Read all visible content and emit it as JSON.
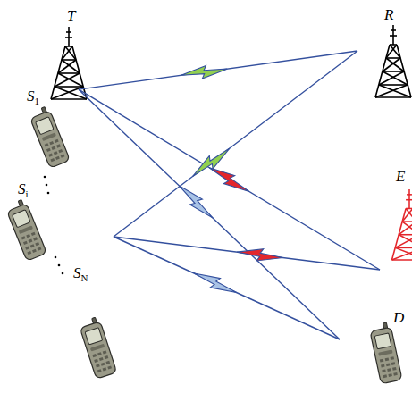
{
  "diagram": {
    "nodes": [
      {
        "text": [
          "T"
        ]
      },
      {
        "text": [
          "R"
        ]
      },
      {
        "text": [
          "S1"
        ]
      },
      {
        "text": [
          "E"
        ]
      },
      {
        "text": [
          "Si"
        ]
      },
      {
        "text": [
          "SN"
        ]
      },
      {
        "text": [
          "D"
        ]
      }
    ],
    "edges": [
      {
        "from": 0,
        "to": 1,
        "arrow": "none"
      },
      {
        "from": 0,
        "to": 3,
        "arrow": "none"
      },
      {
        "from": 0,
        "to": 6,
        "arrow": "none"
      },
      {
        "from": 4,
        "to": 1,
        "arrow": "none"
      },
      {
        "from": 4,
        "to": 3,
        "arrow": "none"
      },
      {
        "from": 4,
        "to": 6,
        "arrow": "none"
      }
    ]
  }
}
